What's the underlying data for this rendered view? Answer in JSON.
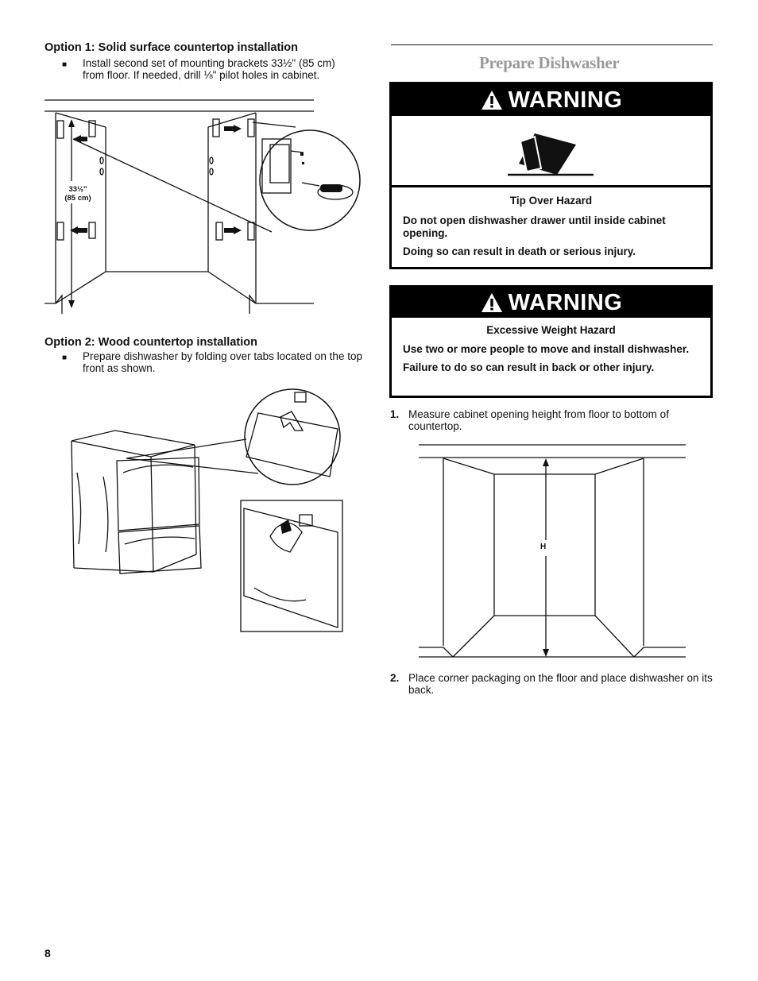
{
  "option1": {
    "heading": "Option 1: Solid surface countertop installation",
    "bullet": "Install second set of mounting brackets 33½\" (85 cm) from floor. If needed, drill ⅛\" pilot holes in cabinet.",
    "figure_label_1": "33½\"",
    "figure_label_2": "(85 cm)"
  },
  "option2": {
    "heading": "Option 2: Wood countertop installation",
    "bullet": "Prepare dishwasher by folding over tabs located on the top front as shown."
  },
  "section_title": "Prepare Dishwasher",
  "warning1": {
    "label": "WARNING",
    "icon": "tip-over-hazard-icon",
    "hazard": "Tip Over Hazard",
    "line1": "Do not open dishwasher drawer until inside cabinet opening.",
    "line2": "Doing so can result in death or serious injury."
  },
  "warning2": {
    "label": "WARNING",
    "hazard": "Excessive Weight Hazard",
    "line1": "Use two or more people to move and install dishwasher.",
    "line2": "Failure to do so can result in back or other injury."
  },
  "steps": [
    {
      "num": "1.",
      "text": "Measure cabinet opening height from floor to bottom of countertop."
    },
    {
      "num": "2.",
      "text": "Place corner packaging on the floor and place dishwasher on its back."
    }
  ],
  "figure_h_label": "H",
  "page_number": "8"
}
